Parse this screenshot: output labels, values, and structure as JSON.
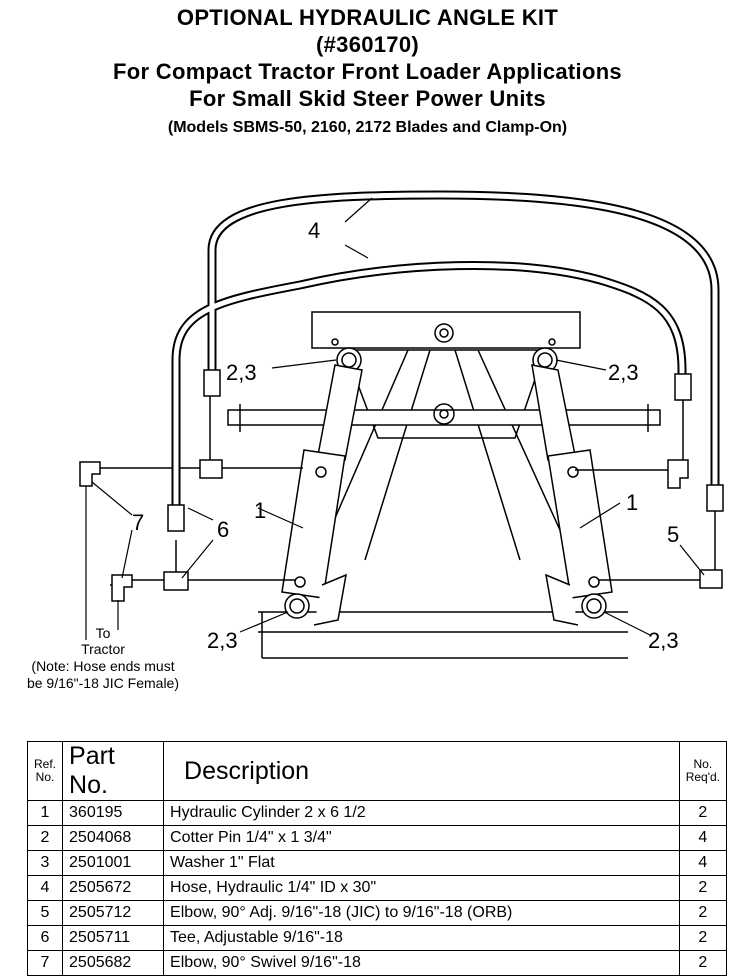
{
  "title": {
    "line1": "OPTIONAL HYDRAULIC ANGLE KIT",
    "line2": "(#360170)",
    "line3": "For Compact Tractor Front Loader Applications",
    "line4": "For Small Skid Steer Power Units",
    "subtitle": "(Models SBMS-50, 2160, 2172 Blades and Clamp-On)"
  },
  "diagram": {
    "callouts": {
      "hose": "4",
      "pin_washer": "2,3",
      "cylinder": "1",
      "tee": "6",
      "elbow_swivel": "7",
      "elbow_adj": "5"
    },
    "to_tractor": "To",
    "tractor": "Tractor",
    "note_line1": "(Note: Hose ends must",
    "note_line2": "be 9/16\"-18 JIC Female)"
  },
  "table": {
    "headers": {
      "ref_line1": "Ref.",
      "ref_line2": "No.",
      "part": "Part No.",
      "description": "Description",
      "qty_line1": "No.",
      "qty_line2": "Req'd."
    },
    "rows": [
      {
        "ref": "1",
        "part": "360195",
        "description": "Hydraulic Cylinder 2 x 6 1/2",
        "qty": "2"
      },
      {
        "ref": "2",
        "part": "2504068",
        "description": "Cotter Pin 1/4\" x 1 3/4\"",
        "qty": "4"
      },
      {
        "ref": "3",
        "part": "2501001",
        "description": "Washer 1\" Flat",
        "qty": "4"
      },
      {
        "ref": "4",
        "part": "2505672",
        "description": "Hose, Hydraulic 1/4\" ID x 30\"",
        "qty": "2"
      },
      {
        "ref": "5",
        "part": "2505712",
        "description": "Elbow, 90° Adj. 9/16\"-18 (JIC) to 9/16\"-18 (ORB)",
        "qty": "2"
      },
      {
        "ref": "6",
        "part": "2505711",
        "description": "Tee, Adjustable 9/16\"-18",
        "qty": "2"
      },
      {
        "ref": "7",
        "part": "2505682",
        "description": "Elbow, 90° Swivel 9/16\"-18",
        "qty": "2"
      }
    ]
  }
}
